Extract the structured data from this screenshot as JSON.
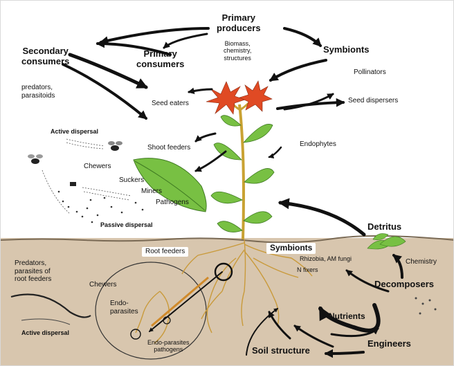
{
  "labels": {
    "primary_producers": "Primary\nproducers",
    "biomass": "Biomass,\nchemistry,\nstructures",
    "symbionts_top": "Symbionts",
    "pollinators": "Pollinators",
    "seed_dispersers": "Seed dispersers",
    "secondary_consumers": "Secondary\nconsumers",
    "primary_consumers": "Primary\nconsumers",
    "predators_parasitoids": "predators,\nparasitoids",
    "seed_eaters": "Seed eaters",
    "active_dispersal_top": "Active dispersal",
    "shoot_feeders": "Shoot feeders",
    "endophytes": "Endophytes",
    "chewers_top": "Chewers",
    "suckers": "Suckers",
    "miners": "Miners",
    "pathogens": "Pathogens",
    "passive_dispersal": "Passive dispersal",
    "detritus": "Detritus",
    "root_feeders": "Root feeders",
    "symbionts_soil": "Symbionts",
    "am_fungi": "Rhizobia, AM fungi",
    "n_fixers": "N fixers",
    "chemistry": "Chemistry",
    "predators_root_feeders": "Predators,\nparasites of\nroot feeders",
    "chewers_soil": "Chewers",
    "endo_parasites": "Endo-\nparasites",
    "endo_parasites_pathogens": "Endo-parasites\npathogens",
    "decomposers": "Decomposers",
    "nutrients": "Nutrients",
    "engineers": "Engineers",
    "soil_structure": "Soil structure",
    "active_dispersal_soil": "Active dispersal"
  },
  "colors": {
    "soil": "#d8c6ae",
    "soil_line": "#7a6a55",
    "stem": "#c9a233",
    "leaf": "#78c043",
    "leaf_dark": "#3f7a22",
    "flower": "#e04a24",
    "root": "#c99a3a",
    "arrow": "#111111"
  }
}
